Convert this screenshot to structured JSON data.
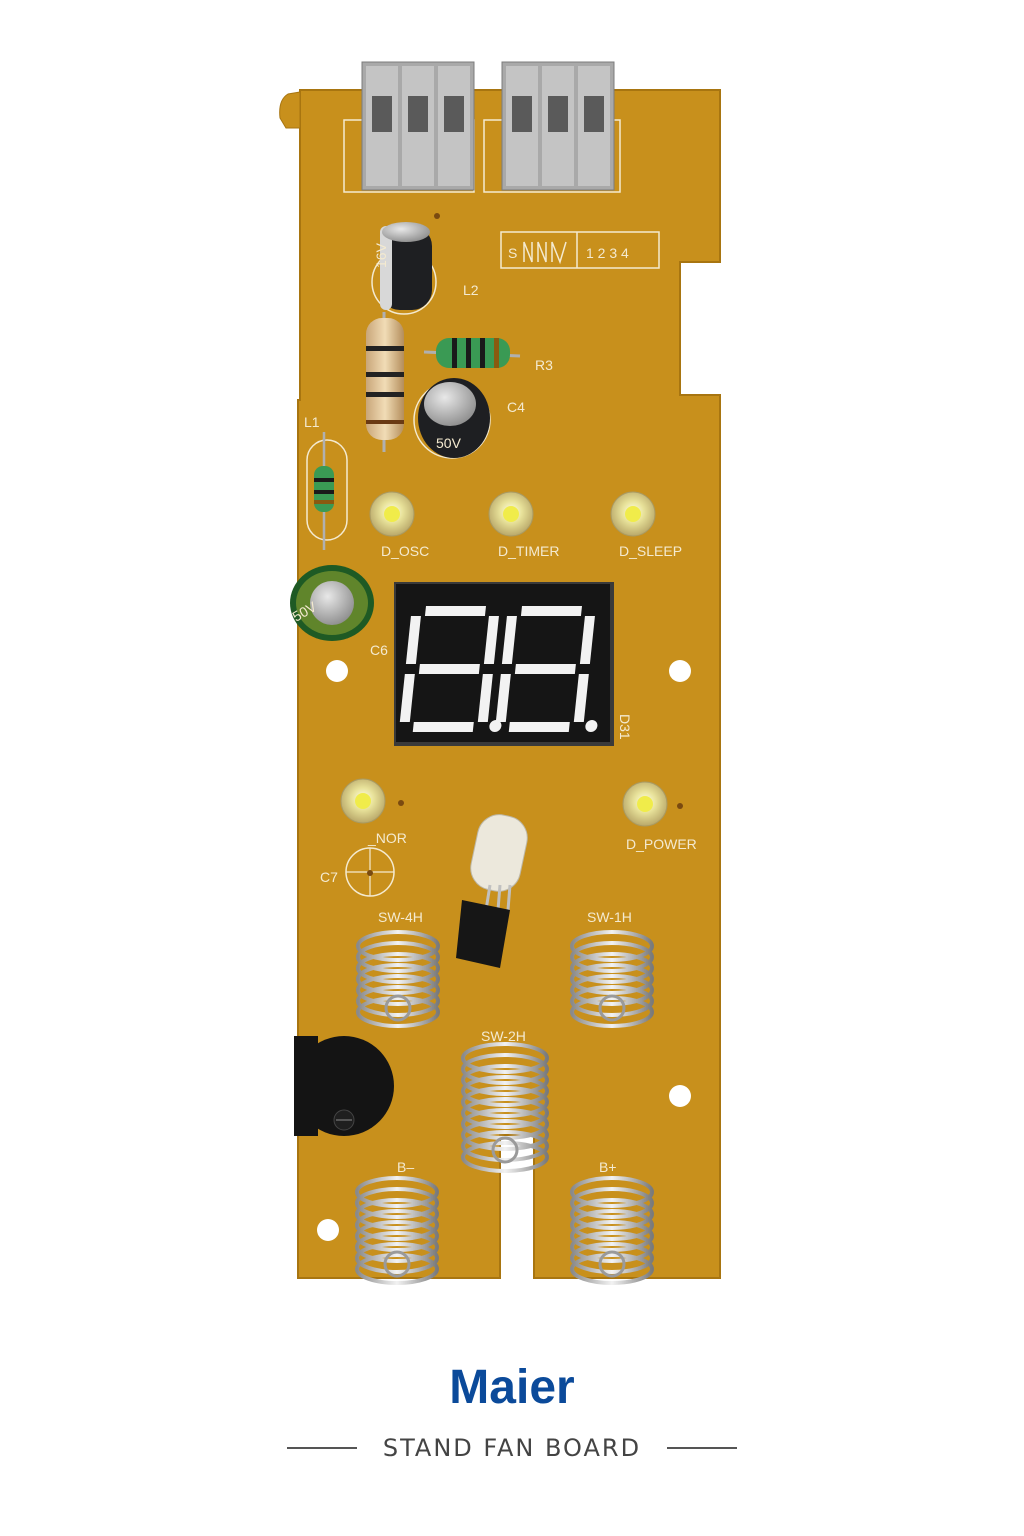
{
  "brand": {
    "name": "Maier",
    "color": "#0b4a9a"
  },
  "subtitle": "STAND FAN BOARD",
  "board": {
    "pcb_color": "#c8901c",
    "labels": {
      "s": "S",
      "pins": "1 2 3 4",
      "l2": "L2",
      "r3": "R3",
      "c4": "C4",
      "l1": "L1",
      "d_osc": "D_OSC",
      "d_timer": "D_TIMER",
      "d_sleep": "D_SLEEP",
      "c6": "C6",
      "d31": "D31",
      "nor": "_NOR",
      "d_power": "D_POWER",
      "c7": "C7",
      "sw4h": "SW-4H",
      "sw1h": "SW-1H",
      "sw2h": "SW-2H",
      "bminus": "B–",
      "bplus": "B+",
      "cap_l2_marking": "16V",
      "cap_c4_marking": "50V",
      "cap_c6_marking": "50V"
    }
  }
}
